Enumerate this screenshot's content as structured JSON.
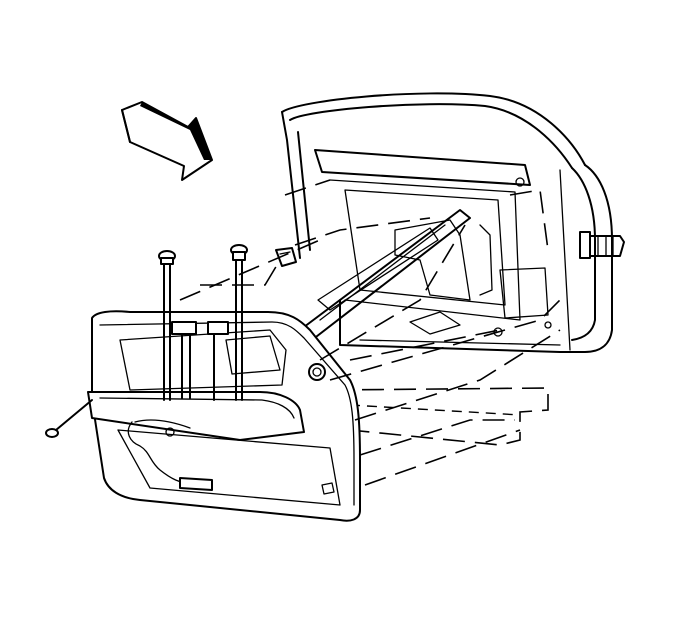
{
  "diagram": {
    "parts": [
      {
        "name": "direction-arrow"
      },
      {
        "name": "door-frame"
      },
      {
        "name": "door-trim-panel"
      },
      {
        "name": "upper-screw-left"
      },
      {
        "name": "upper-screw-right"
      },
      {
        "name": "lower-screw"
      },
      {
        "name": "retainer-clip"
      },
      {
        "name": "inner-window-handle"
      },
      {
        "name": "hinge-bushing"
      },
      {
        "name": "switch-plate-left"
      },
      {
        "name": "switch-plate-right"
      },
      {
        "name": "wire-harness"
      },
      {
        "name": "water-deflector"
      }
    ]
  }
}
